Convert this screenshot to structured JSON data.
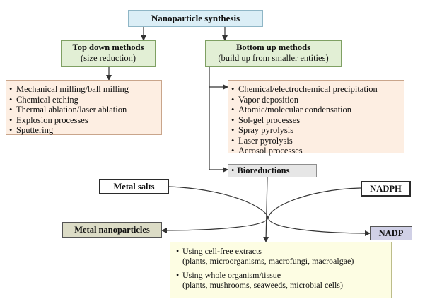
{
  "title": "Nanoparticle synthesis",
  "top_down": {
    "heading": "Top down methods",
    "subheading": "(size reduction)",
    "items": [
      "Mechanical milling/ball milling",
      "Chemical etching",
      "Thermal ablation/laser ablation",
      "Explosion processes",
      "Sputtering"
    ]
  },
  "bottom_up": {
    "heading": "Bottom up methods",
    "subheading": "(build up from smaller entities)",
    "items": [
      "Chemical/electrochemical precipitation",
      "Vapor deposition",
      "Atomic/molecular condensation",
      "Sol-gel processes",
      "Spray pyrolysis",
      "Laser pyrolysis",
      "Aerosol processes"
    ]
  },
  "bioreductions": "Bioreductions",
  "inputs": {
    "metal_salts": "Metal salts",
    "nadph": "NADPH"
  },
  "outputs": {
    "metal_nanoparticles": "Metal  nanoparticles",
    "nadp": "NADP"
  },
  "extracts": {
    "items": [
      {
        "main": "Using cell-free extracts",
        "detail": "(plants, microorganisms, macrofungi, macroalgae)"
      },
      {
        "main": "Using whole organism/tissue",
        "detail": "(plants, mushrooms, seaweeds, microbial cells)"
      }
    ]
  }
}
